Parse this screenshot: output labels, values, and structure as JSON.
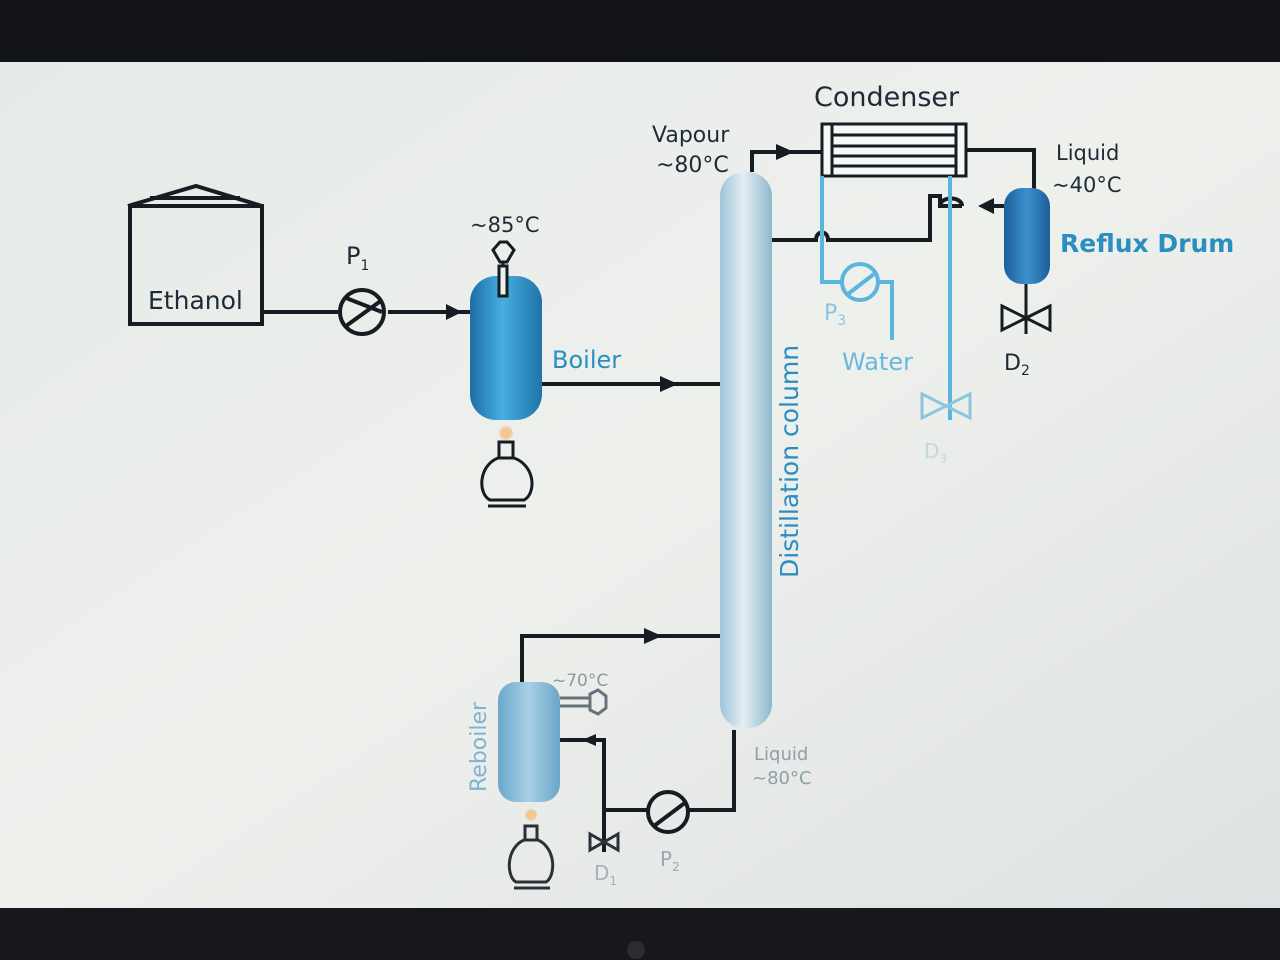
{
  "labels": {
    "condenser": "Condenser",
    "vapour": "Vapour",
    "vapour_temp": "~80°C",
    "liquid_top": "Liquid",
    "liquid_top_temp": "~40°C",
    "reflux_drum": "Reflux Drum",
    "ethanol": "Ethanol",
    "p1_main": "P",
    "p1_sub": "1",
    "boiler_temp": "~85°C",
    "boiler": "Boiler",
    "distillation_column": "Distillation column",
    "p3_main": "P",
    "p3_sub": "3",
    "water": "Water",
    "d2_main": "D",
    "d2_sub": "2",
    "d3_main": "D",
    "d3_sub": "3",
    "reboiler": "Reboiler",
    "reboiler_temp": "~70°C",
    "liquid_bottom": "Liquid",
    "liquid_bottom_temp": "~80°C",
    "p2_main": "P",
    "p2_sub": "2",
    "d1_main": "D",
    "d1_sub": "1"
  },
  "colors": {
    "line": "#151c22",
    "accent_blue": "#2a8fc0",
    "water_blue": "#5bb6dd",
    "screen_bg": "#eef0ee"
  }
}
